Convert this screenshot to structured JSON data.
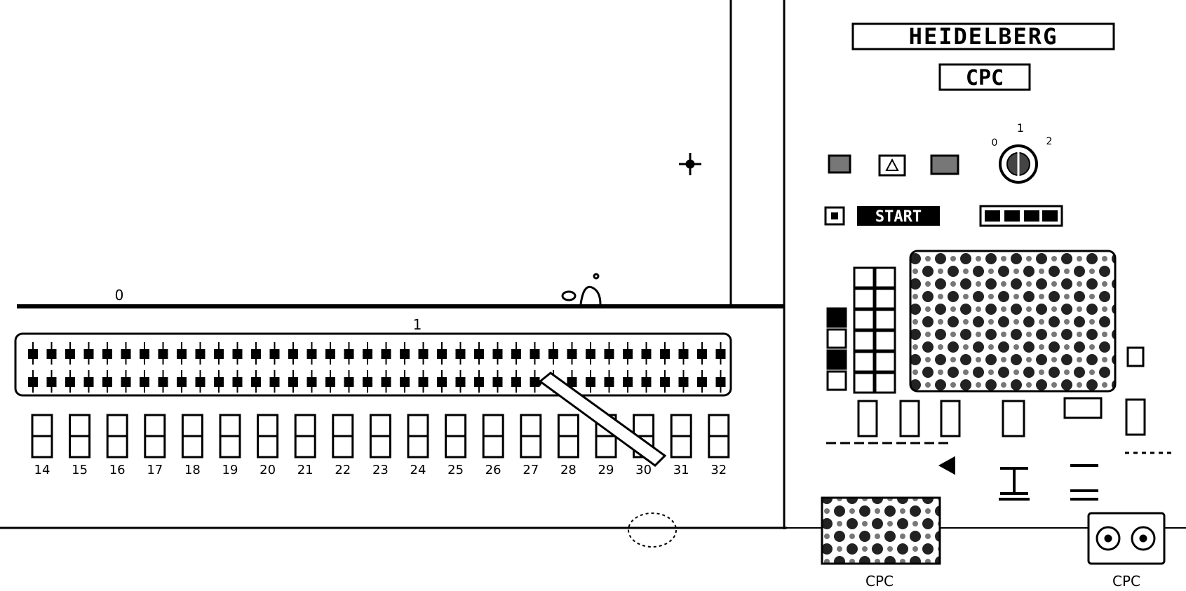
{
  "panel": {
    "brand": "HEIDELBERG",
    "model": "CPC",
    "start_label": "START",
    "position_mark_0": "0",
    "position_mark_1": "1",
    "selector_marks": [
      "0",
      "1",
      "2"
    ],
    "zone_numbers": [
      "14",
      "15",
      "16",
      "17",
      "18",
      "19",
      "20",
      "21",
      "22",
      "23",
      "24",
      "25",
      "26",
      "27",
      "28",
      "29",
      "30",
      "31",
      "32"
    ],
    "bottom_left_label": "CPC",
    "bottom_right_label": "CPC"
  },
  "colors": {
    "ink": "#000000",
    "paper": "#ffffff",
    "screen_pattern": "#6f6f6f"
  },
  "icons": [
    "crosshair-icon",
    "rotary-selector-icon",
    "pen-icon",
    "tape-reel-icon",
    "lamp-icon",
    "keypad-icon"
  ]
}
